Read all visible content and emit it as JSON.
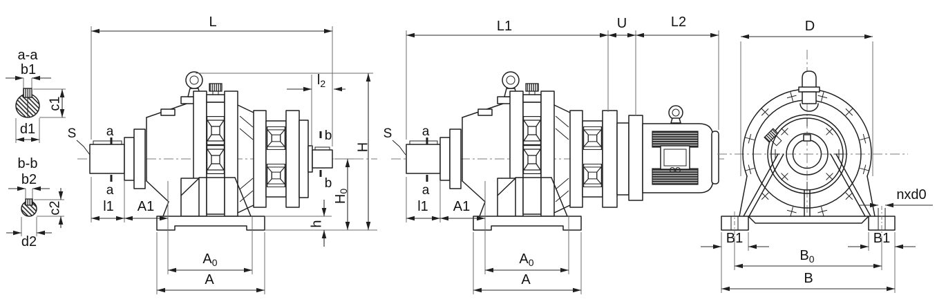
{
  "drawing": {
    "background": "#ffffff",
    "line_color": "#1f1f1f",
    "section_aa": {
      "title": "a-a",
      "b1": "b1",
      "c1": "c1",
      "d1": "d1"
    },
    "section_bb": {
      "title": "b-b",
      "b2": "b2",
      "c2": "c2",
      "d2": "d2"
    },
    "side_view": {
      "L": "L",
      "l2_base": "l",
      "l2_sub": "2",
      "S": "S",
      "a": "a",
      "b": "b",
      "l1": "l1",
      "A1": "A1",
      "A0_base": "A",
      "A0_sub": "0",
      "A": "A",
      "h": "h",
      "H0_base": "H",
      "H0_sub": "0",
      "H": "H"
    },
    "motor_view": {
      "L1": "L1",
      "U": "U",
      "L2": "L2",
      "S": "S",
      "a": "a",
      "l1": "l1",
      "A1": "A1",
      "A0_base": "A",
      "A0_sub": "0",
      "A": "A"
    },
    "front_view": {
      "D": "D",
      "nxd0": "nxd0",
      "B1_left": "B1",
      "B1_right": "B1",
      "B0_base": "B",
      "B0_sub": "0",
      "B": "B"
    }
  }
}
